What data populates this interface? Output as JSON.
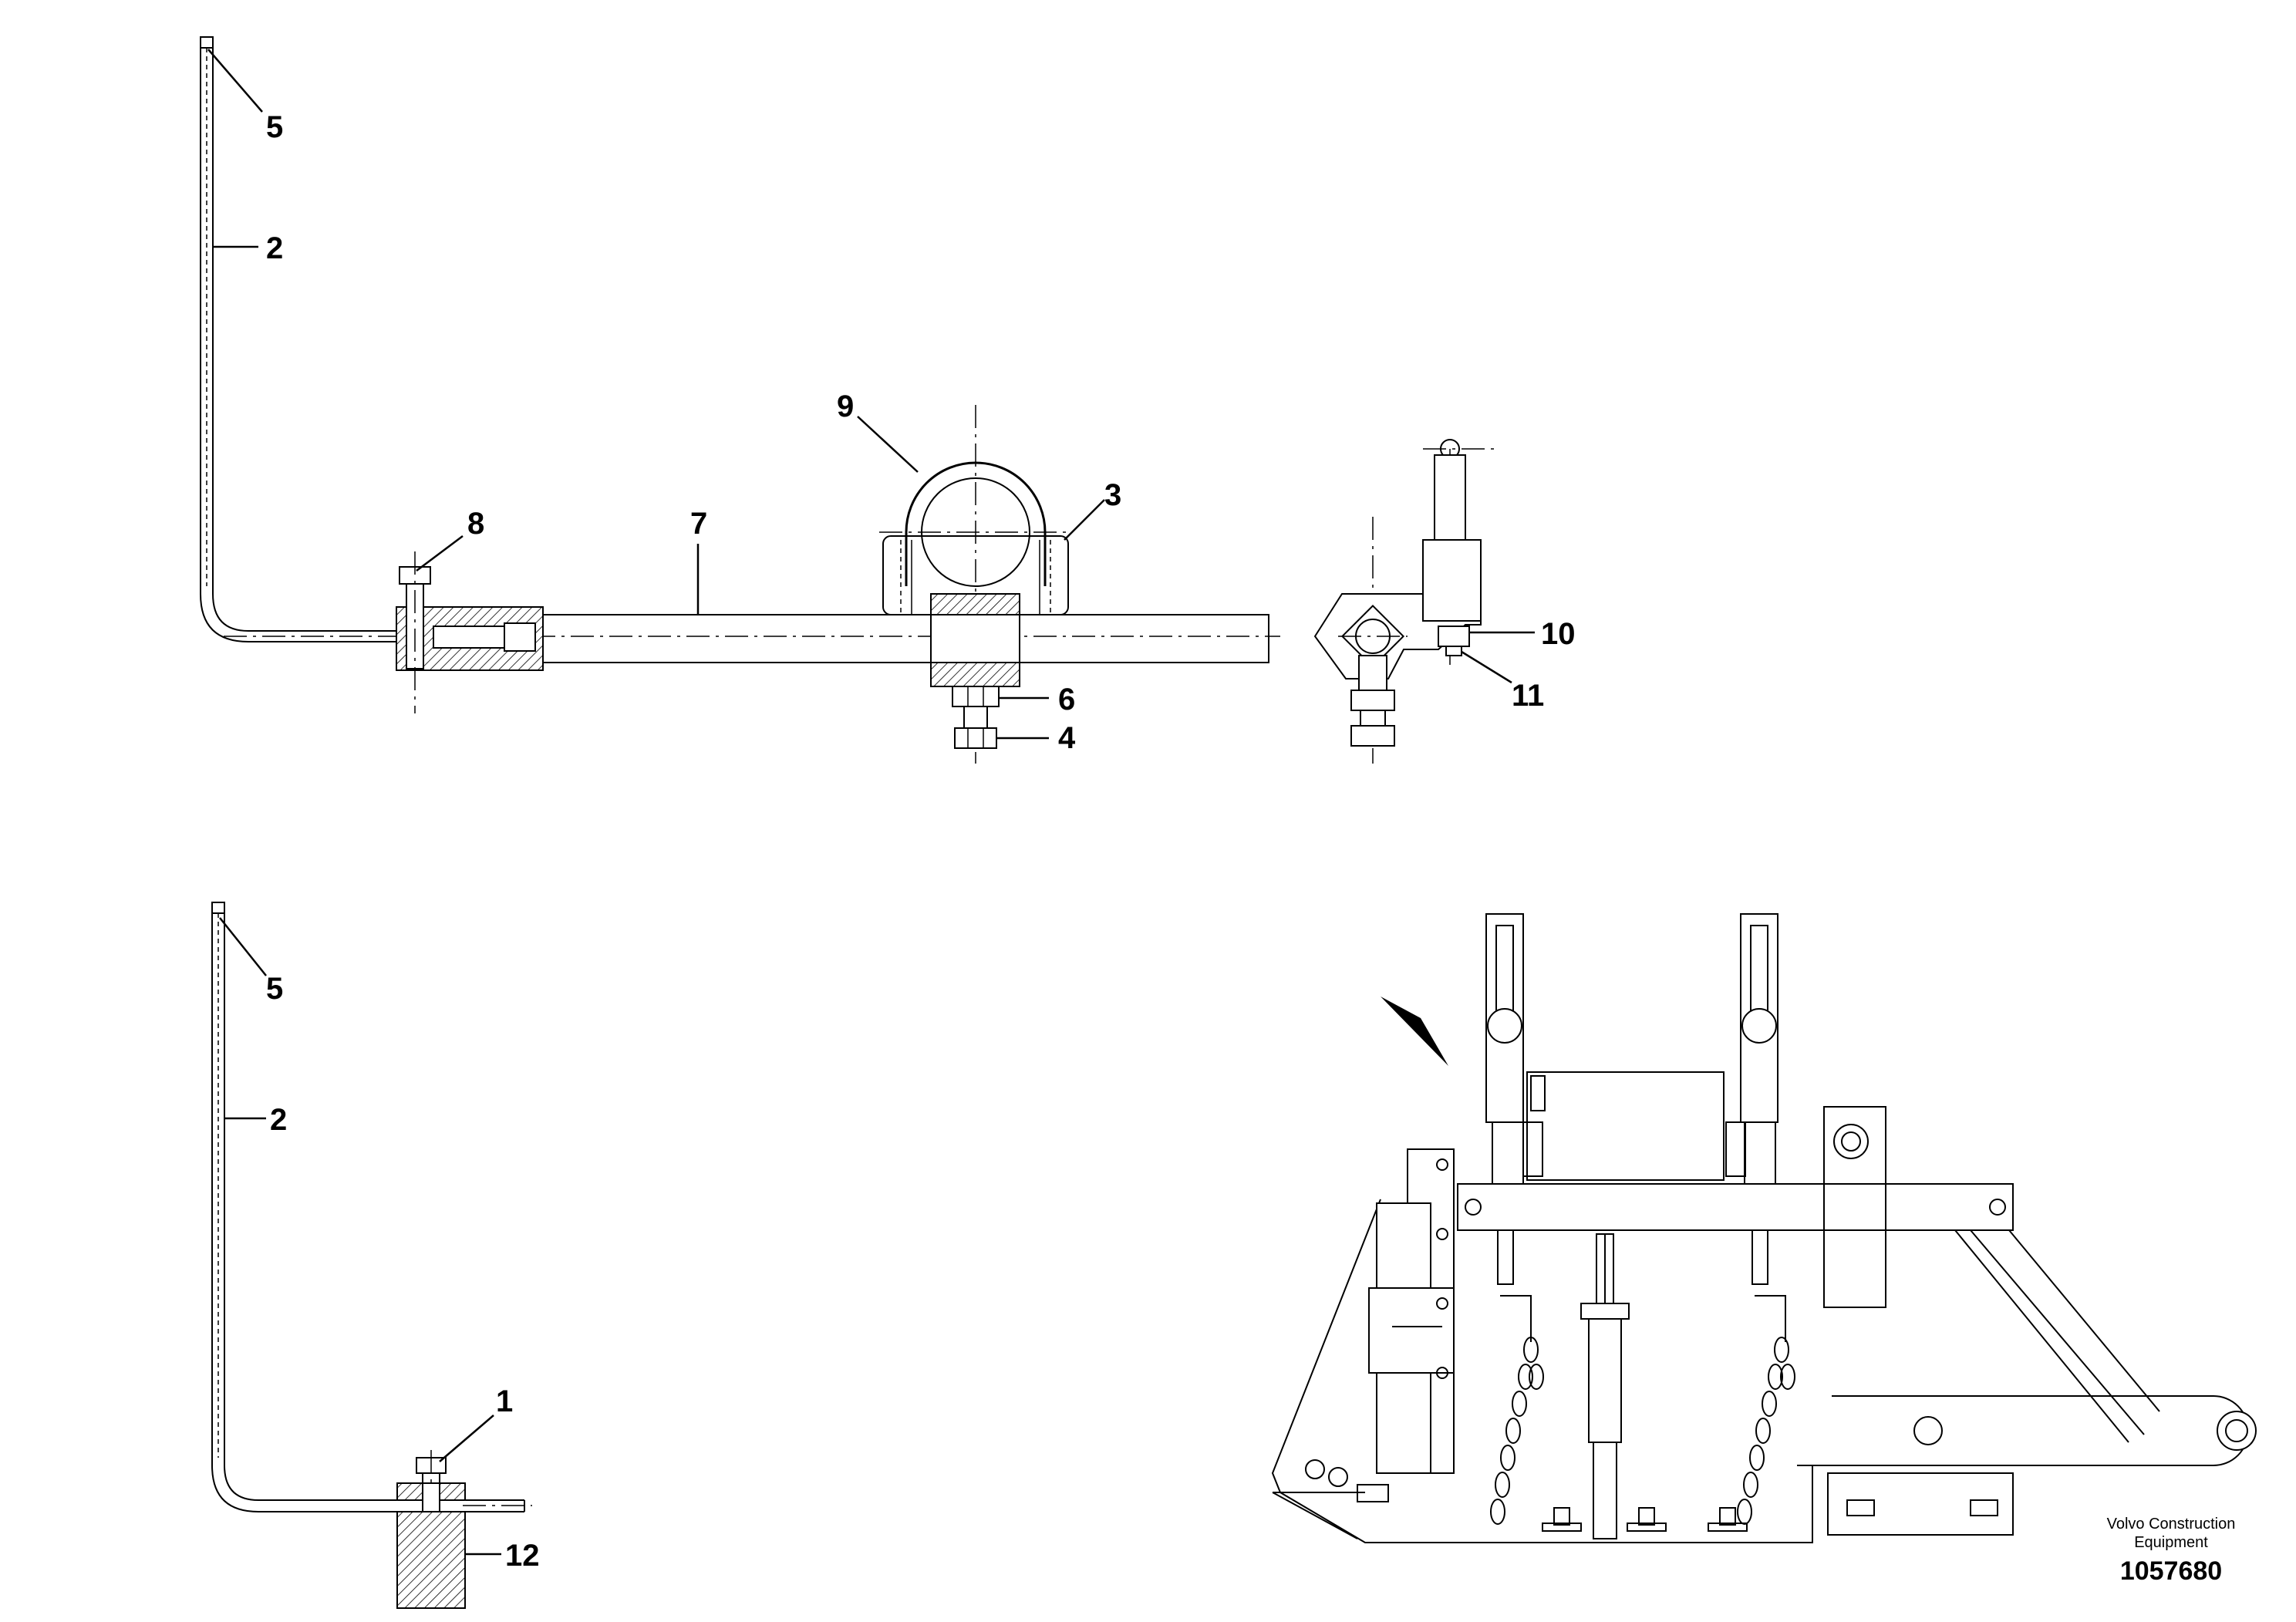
{
  "callouts": {
    "c1": "1",
    "c2_top": "2",
    "c2_bottom": "2",
    "c3": "3",
    "c4": "4",
    "c5_top": "5",
    "c5_bottom": "5",
    "c6": "6",
    "c7": "7",
    "c8": "8",
    "c9": "9",
    "c10": "10",
    "c11": "11",
    "c12": "12"
  },
  "title_block": {
    "company_line1": "Volvo Construction",
    "company_line2": "Equipment",
    "document_number": "1057680"
  }
}
